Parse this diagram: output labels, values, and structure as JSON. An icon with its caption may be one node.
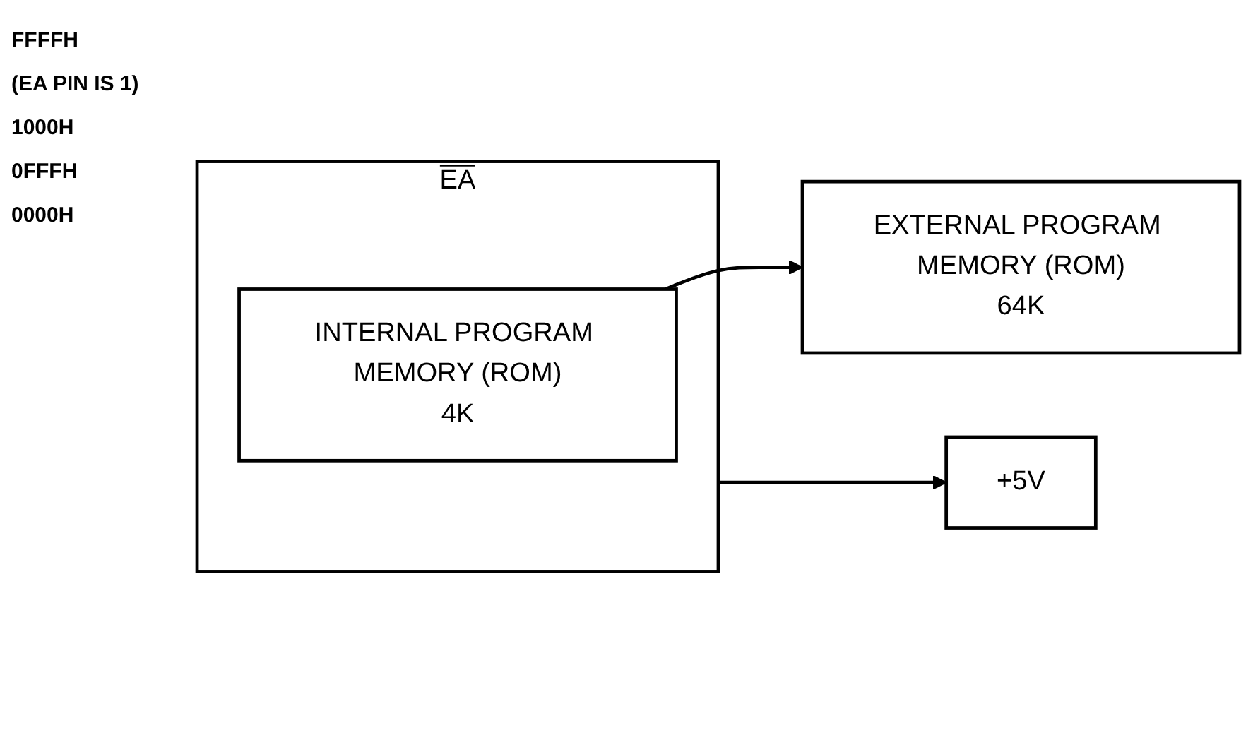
{
  "diagram": {
    "nodes": [
      {
        "text": [
          "EA"
        ]
      },
      {
        "text": [
          "+5V"
        ]
      },
      {
        "text": [
          "INTERNAL PROGRAM MEMORY (ROM)",
          "4K"
        ],
        "in": 0
      },
      {
        "text": [
          "EXTERNAL PROGRAM MEMORY (ROM)",
          "64K"
        ]
      }
    ],
    "edges": [
      {
        "from": 0,
        "to": 1,
        "arrow": "to"
      },
      {
        "from": 2,
        "to": 3,
        "arrow": "to"
      }
    ],
    "labels": [
      "FFFFH",
      "(EA PIN IS 1)",
      "1000H",
      "0FFFH",
      "0000H"
    ]
  }
}
